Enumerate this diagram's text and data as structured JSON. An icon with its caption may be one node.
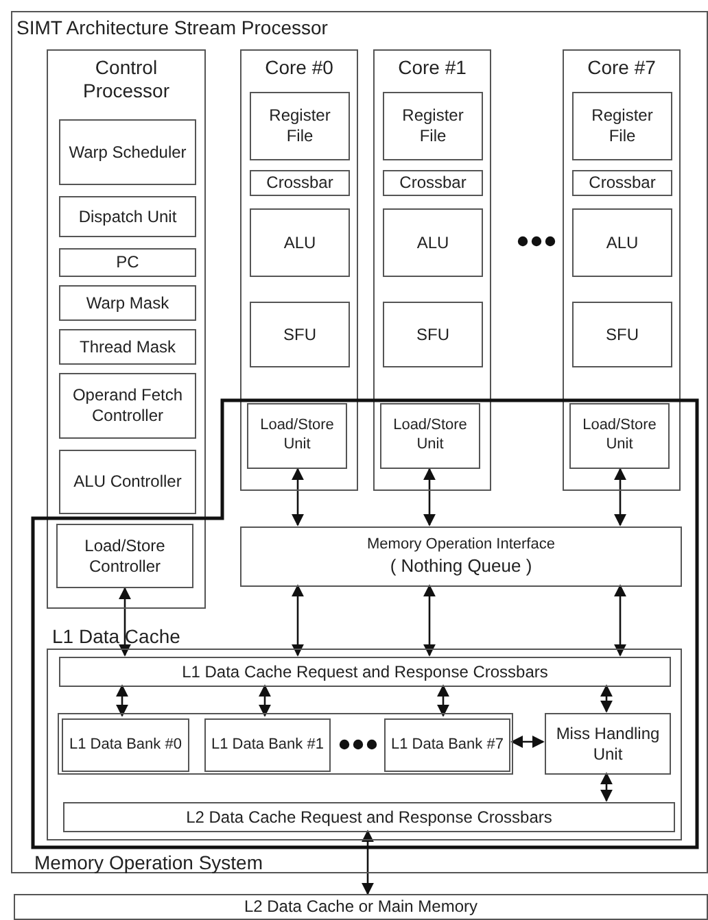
{
  "diagram": {
    "nodes": [
      {
        "text": [
          "SIMT Architecture Stream Processor"
        ]
      },
      {
        "text": [
          "Control Processor"
        ],
        "in": 0
      },
      {
        "text": [
          "Warp Scheduler"
        ],
        "in": 1
      },
      {
        "text": [
          "Dispatch Unit"
        ],
        "in": 1
      },
      {
        "text": [
          "PC"
        ],
        "in": 1
      },
      {
        "text": [
          "Warp Mask"
        ],
        "in": 1
      },
      {
        "text": [
          "Thread Mask"
        ],
        "in": 1
      },
      {
        "text": [
          "Operand Fetch Controller"
        ],
        "in": 1
      },
      {
        "text": [
          "ALU Controller"
        ],
        "in": 1
      },
      {
        "text": [
          "Load/Store Controller"
        ]
      },
      {
        "text": [
          "Core #0"
        ],
        "in": 0
      },
      {
        "text": [
          "Register File"
        ],
        "in": 10
      },
      {
        "text": [
          "Crossbar"
        ],
        "in": 10
      },
      {
        "text": [
          "ALU"
        ],
        "in": 10
      },
      {
        "text": [
          "SFU"
        ],
        "in": 10
      },
      {
        "text": [
          "Load/Store Unit"
        ]
      },
      {
        "text": [
          "Core #1"
        ],
        "in": 0
      },
      {
        "text": [
          "Register File"
        ],
        "in": 16
      },
      {
        "text": [
          "Crossbar"
        ],
        "in": 16
      },
      {
        "text": [
          "ALU"
        ],
        "in": 16
      },
      {
        "text": [
          "SFU"
        ],
        "in": 16
      },
      {
        "text": [
          "Load/Store Unit"
        ]
      },
      {
        "text": [
          "Core #7"
        ],
        "in": 0
      },
      {
        "text": [
          "Register File"
        ],
        "in": 22
      },
      {
        "text": [
          "Crossbar"
        ],
        "in": 22
      },
      {
        "text": [
          "ALU"
        ],
        "in": 22
      },
      {
        "text": [
          "SFU"
        ],
        "in": 22
      },
      {
        "text": [
          "Load/Store Unit"
        ]
      },
      {
        "text": [
          "Memory Operation System"
        ],
        "in": 0
      },
      {
        "text": [
          "Memory Operation Interface",
          "( Nothing Queue )"
        ],
        "in": 28
      },
      {
        "text": [
          "L1 Data Cache"
        ],
        "in": 28
      },
      {
        "text": [
          "L1 Data Cache Request and Response Crossbars"
        ],
        "in": 30
      },
      {
        "text": [],
        "shape": "box",
        "in": 30
      },
      {
        "text": [
          "L1 Data Bank #0"
        ],
        "in": 32
      },
      {
        "text": [
          "L1 Data Bank #1"
        ],
        "in": 32
      },
      {
        "text": [
          "L1 Data Bank #7"
        ],
        "in": 32
      },
      {
        "text": [
          "Miss Handling Unit"
        ],
        "in": 30
      },
      {
        "text": [
          "L2 Data Cache Request and Response Crossbars"
        ],
        "in": 30
      },
      {
        "text": [
          "L2 Data Cache or Main Memory"
        ]
      }
    ],
    "edges": [
      {
        "from": 15,
        "to": 29,
        "arrow": "both"
      },
      {
        "from": 21,
        "to": 29,
        "arrow": "both"
      },
      {
        "from": 27,
        "to": 29,
        "arrow": "both"
      },
      {
        "from": 9,
        "to": 31,
        "arrow": "both"
      },
      {
        "from": 29,
        "to": 31,
        "arrow": "both"
      },
      {
        "from": 29,
        "to": 31,
        "arrow": "both"
      },
      {
        "from": 29,
        "to": 31,
        "arrow": "both"
      },
      {
        "from": 31,
        "to": 33,
        "arrow": "both"
      },
      {
        "from": 31,
        "to": 34,
        "arrow": "both"
      },
      {
        "from": 31,
        "to": 35,
        "arrow": "both"
      },
      {
        "from": 31,
        "to": 36,
        "arrow": "both"
      },
      {
        "from": 32,
        "to": 36,
        "arrow": "both"
      },
      {
        "from": 36,
        "to": 37,
        "arrow": "both"
      },
      {
        "from": 37,
        "to": 38,
        "arrow": "both"
      }
    ]
  }
}
